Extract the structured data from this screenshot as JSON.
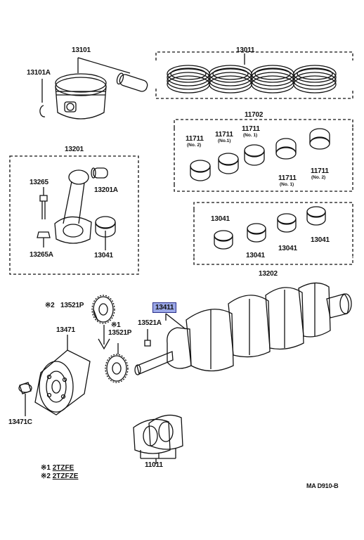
{
  "parts": {
    "p13101": "13101",
    "p13101a": "13101A",
    "p13011": "13011",
    "p11702": "11702",
    "p11711_a": "11711",
    "p11711_a_note": "(No. 2)",
    "p11711_b": "11711",
    "p11711_b_note": "(No.1)",
    "p11711_c": "11711",
    "p11711_c_note": "(No. 1)",
    "p11711_d": "11711",
    "p11711_d_note": "(No. 1)",
    "p11711_e": "11711",
    "p11711_e_note": "(No. 2)",
    "p13201": "13201",
    "p13265": "13265",
    "p13201a": "13201A",
    "p13265a": "13265A",
    "p13041_rod": "13041",
    "p13041_a": "13041",
    "p13041_b": "13041",
    "p13041_c": "13041",
    "p13041_d": "13041",
    "p13202": "13202",
    "p13411": "13411",
    "p13521a": "13521A",
    "p13521p_top_mark": "※2",
    "p13521p_top": "13521P",
    "p13521p_bot_mark": "※1",
    "p13521p_bot": "13521P",
    "p13471": "13471",
    "p13471c": "13471C",
    "p11011": "11011"
  },
  "legend": {
    "row1_mark": "※1",
    "row1_text": "2TZFE",
    "row2_mark": "※2",
    "row2_text": "2TZFZE"
  },
  "code": "MA D910-B",
  "colors": {
    "highlight": "#9aa7e6",
    "ink": "#111111"
  }
}
